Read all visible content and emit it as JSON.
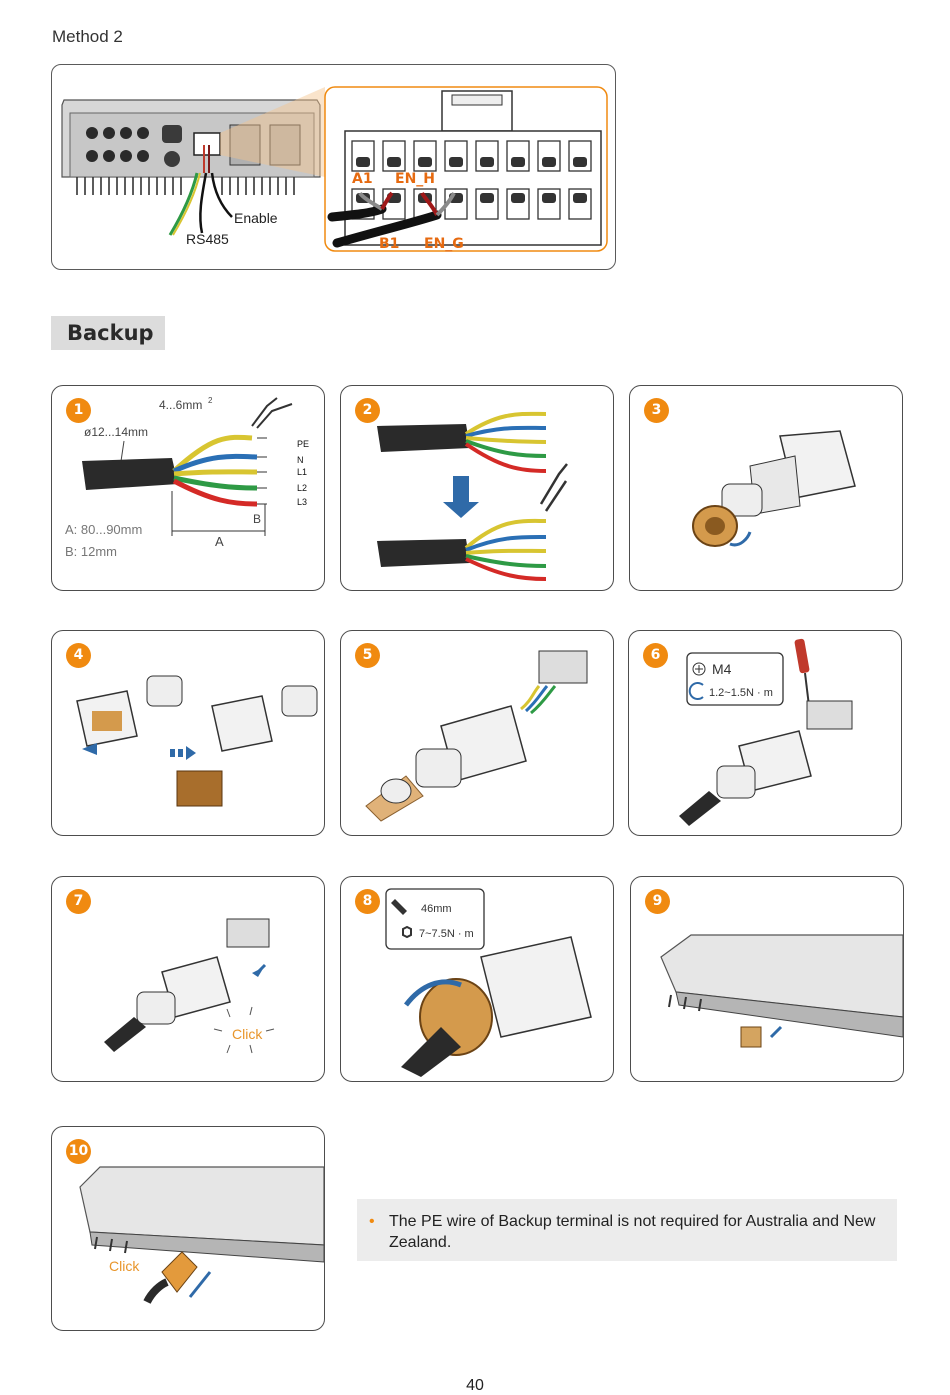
{
  "method": {
    "title": "Method 2"
  },
  "method_diagram": {
    "rs485_label": "RS485",
    "enable_label": "Enable",
    "a1_label": "A1",
    "en_h_label": "EN_H",
    "b1_label": "B1",
    "en_g_label": "EN_G"
  },
  "section": {
    "title": "Backup"
  },
  "steps": [
    {
      "num": "1",
      "wire_size": "4...6mm",
      "wire_size_sup": "2",
      "diameter": "ø12...14mm",
      "wires": [
        "PE",
        "N",
        "L1",
        "L2",
        "L3"
      ],
      "dim_a": "A: 80...90mm",
      "dim_b": "B: 12mm",
      "mark_a": "A",
      "mark_b": "B"
    },
    {
      "num": "2"
    },
    {
      "num": "3"
    },
    {
      "num": "4"
    },
    {
      "num": "5"
    },
    {
      "num": "6",
      "screw": "M4",
      "torque": "1.2~1.5N · m"
    },
    {
      "num": "7",
      "click": "Click"
    },
    {
      "num": "8",
      "wrench": "46mm",
      "torque": "7~7.5N · m"
    },
    {
      "num": "9"
    },
    {
      "num": "10",
      "click": "Click"
    }
  ],
  "note": {
    "text": "The PE wire of Backup terminal is not required for Australia and New Zealand."
  },
  "page": {
    "number": "40"
  },
  "colors": {
    "accent": "#f08a10",
    "wire_yellow": "#d8c531",
    "wire_blue": "#2a6fb5",
    "wire_green": "#2e9a45",
    "wire_red": "#d42a26"
  }
}
